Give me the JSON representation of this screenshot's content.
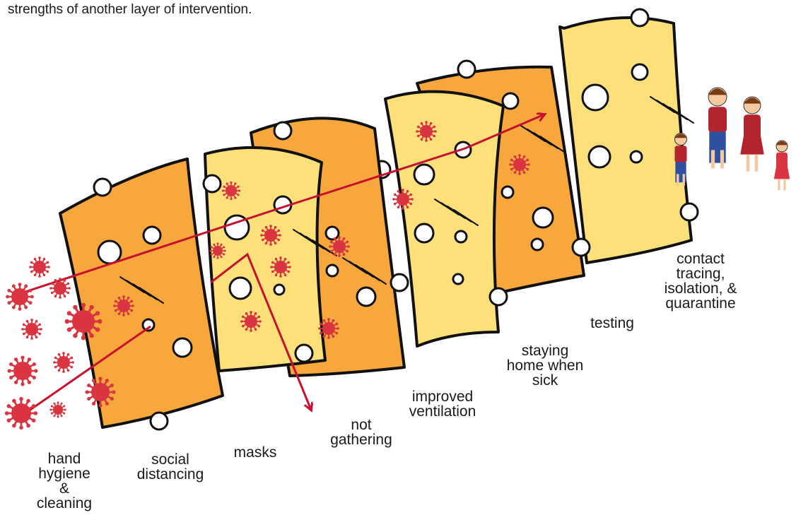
{
  "intro_text": "strengths of another layer of intervention.",
  "layers": [
    {
      "id": "hand-hygiene",
      "label": "hand\nhygiene\n&\ncleaning"
    },
    {
      "id": "social-distancing",
      "label": "social\ndistancing"
    },
    {
      "id": "masks",
      "label": "masks"
    },
    {
      "id": "not-gathering",
      "label": "not\ngathering"
    },
    {
      "id": "improved-ventilation",
      "label": "improved\nventilation"
    },
    {
      "id": "staying-home",
      "label": "staying\nhome when\nsick"
    },
    {
      "id": "testing",
      "label": "testing"
    },
    {
      "id": "contact-tracing",
      "label": "contact\ntracing,\nisolation, &\nquarantine"
    }
  ],
  "colors": {
    "cheese_light": "#fde07a",
    "cheese_dark": "#f8a73c",
    "outline": "#111111",
    "virus": "#d9343f",
    "arrow": "#c8102e"
  },
  "icons": {
    "virus": "virus-icon",
    "family": "family-illustration"
  }
}
